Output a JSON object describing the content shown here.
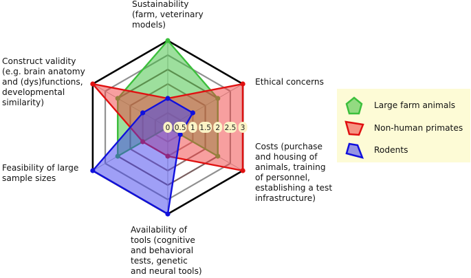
{
  "chart_data": {
    "type": "radar",
    "axes": [
      "Sustainability\n(farm, veterinary\nmodels)",
      "Ethical concerns",
      "Costs (purchase\nand housing of\nanimals, training\nof personnel,\nestablishing a test\ninfrastructure)",
      "Availability of\ntools (cognitive\nand behavioral\n tests, genetic\nand neural tools)",
      "Feasibility of large\nsample sizes",
      "Construct validity\n(e.g. brain anatomy\nand (dys)functions,\ndevelopmental\nsimilarity)"
    ],
    "scale_labels": [
      "0",
      "0.5",
      "1",
      "1.5",
      "2",
      "2.5",
      "3"
    ],
    "range": [
      0,
      3
    ],
    "series": [
      {
        "name": "Large farm animals",
        "values": [
          3,
          2,
          2,
          0,
          2,
          2
        ]
      },
      {
        "name": "Non-human primates",
        "values": [
          1,
          3,
          3,
          1,
          1,
          3
        ]
      },
      {
        "name": "Rodents",
        "values": [
          1,
          1,
          0.5,
          3,
          3,
          1
        ]
      }
    ],
    "colors": {
      "Large farm animals": {
        "fill": "#3cbf3c",
        "stroke": "#3cbf3c"
      },
      "Non-human primates": {
        "fill": "#f04040",
        "stroke": "#e01010"
      },
      "Rodents": {
        "fill": "#4040ee",
        "stroke": "#1010dd"
      }
    },
    "grid_colors": [
      "#c8a8a8",
      "#b08888",
      "#907070",
      "#7a6060",
      "#909090",
      "#000000"
    ]
  },
  "legend": {
    "items": [
      "Large farm animals",
      "Non-human primates",
      "Rodents"
    ],
    "background": "#fdfbd6"
  }
}
